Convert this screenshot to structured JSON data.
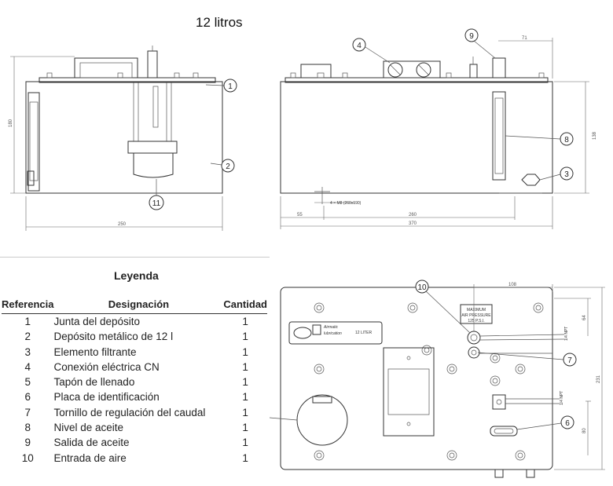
{
  "title": "12 litros",
  "legend": {
    "title": "Leyenda",
    "headers": {
      "reference": "Referencia",
      "designation": "Designación",
      "quantity": "Cantidad"
    },
    "rows": [
      {
        "ref": "1",
        "designation": "Junta del depósito",
        "qty": "1"
      },
      {
        "ref": "2",
        "designation": "Depósito metálico de 12 l",
        "qty": "1"
      },
      {
        "ref": "3",
        "designation": "Elemento filtrante",
        "qty": "1"
      },
      {
        "ref": "4",
        "designation": "Conexión eléctrica CN",
        "qty": "1"
      },
      {
        "ref": "5",
        "designation": "Tapón de llenado",
        "qty": "1"
      },
      {
        "ref": "6",
        "designation": "Placa de identificación",
        "qty": "1"
      },
      {
        "ref": "7",
        "designation": "Tornillo de regulación del caudal",
        "qty": "1"
      },
      {
        "ref": "8",
        "designation": "Nivel de aceite",
        "qty": "1"
      },
      {
        "ref": "9",
        "designation": "Salida de aceite",
        "qty": "1"
      },
      {
        "ref": "10",
        "designation": "Entrada de aire",
        "qty": "1"
      }
    ]
  },
  "callouts": {
    "side": [
      "1",
      "2",
      "11"
    ],
    "front": [
      "4",
      "9",
      "8",
      "3"
    ],
    "top": [
      "10",
      "7",
      "6"
    ]
  },
  "dimensions": {
    "side_width": "250",
    "side_height": "180",
    "front_total": "370",
    "front_left": "55",
    "front_mid": "260",
    "front_right": "71",
    "front_height": "138",
    "bolts": "4 × M8 (260x190)",
    "top_width": "108",
    "top_v1": "64",
    "top_v2": "80",
    "top_v3": "231"
  },
  "plate": {
    "brand1": "Airmatic",
    "brand2": "lubrication",
    "capacity": "12 LITER",
    "max1": "MAXIMUM",
    "max2": "AIR PRESSURE",
    "max3": "125 P.S.I.",
    "vlabel1": "1/4 NPT",
    "vlabel2": "1/4 NPT"
  }
}
